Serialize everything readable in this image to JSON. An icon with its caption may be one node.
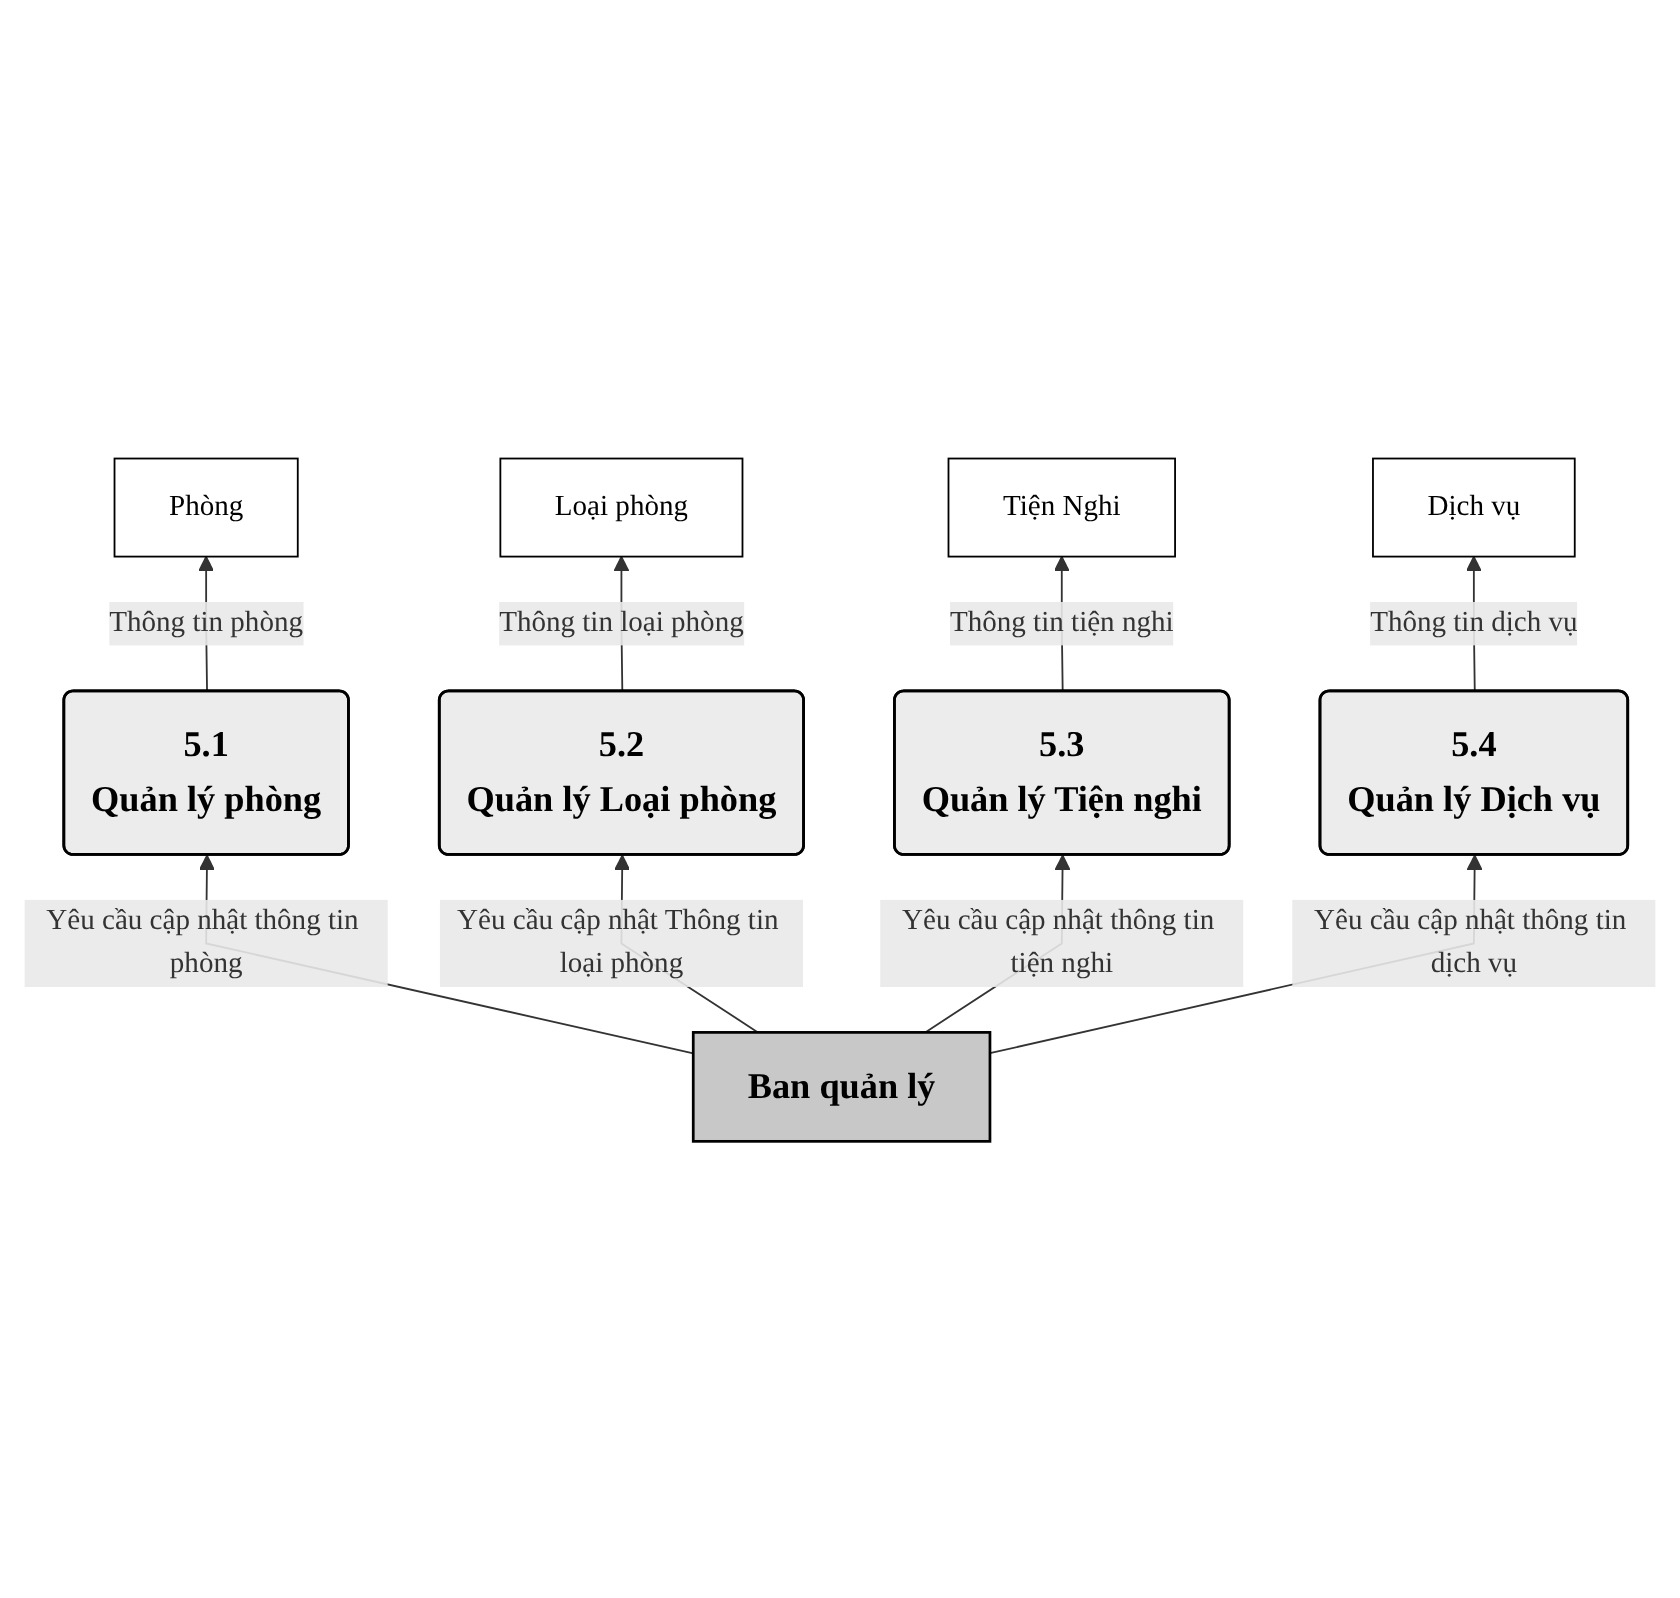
{
  "diagram": {
    "nodes": [
      {
        "text": [
          "Phòng"
        ]
      },
      {
        "text": [
          "Loại phòng"
        ]
      },
      {
        "text": [
          "5.1",
          "Quản lý phòng"
        ]
      },
      {
        "text": [
          "5.2",
          "Quản lý Loại phòng"
        ]
      },
      {
        "text": [
          "Ban quản lý"
        ]
      },
      {
        "text": [
          "5.3",
          "Quản lý Tiện nghi"
        ]
      },
      {
        "text": [
          "5.4",
          "Quản lý Dịch vụ"
        ]
      },
      {
        "text": [
          "Tiện Nghi"
        ]
      },
      {
        "text": [
          "Dịch vụ"
        ]
      }
    ],
    "edges": [
      {
        "from": 2,
        "to": 0,
        "arrow": "to",
        "label": "Thông tin phòng"
      },
      {
        "from": 3,
        "to": 1,
        "arrow": "to",
        "label": "Thông tin loại phòng"
      },
      {
        "from": 4,
        "to": 2,
        "arrow": "to",
        "label": "Yêu cầu cập nhật thông tin phòng"
      },
      {
        "from": 4,
        "to": 3,
        "arrow": "to",
        "label": "Yêu cầu cập nhật Thông tin loại phòng"
      },
      {
        "from": 4,
        "to": 5,
        "arrow": "to",
        "label": "Yêu cầu cập nhật thông tin tiện nghi"
      },
      {
        "from": 4,
        "to": 6,
        "arrow": "to",
        "label": "Yêu cầu cập nhật thông tin dịch vụ"
      },
      {
        "from": 5,
        "to": 7,
        "arrow": "to",
        "label": "Thông tin tiện nghi"
      },
      {
        "from": 6,
        "to": 8,
        "arrow": "to",
        "label": "Thông tin dịch vụ"
      }
    ]
  }
}
